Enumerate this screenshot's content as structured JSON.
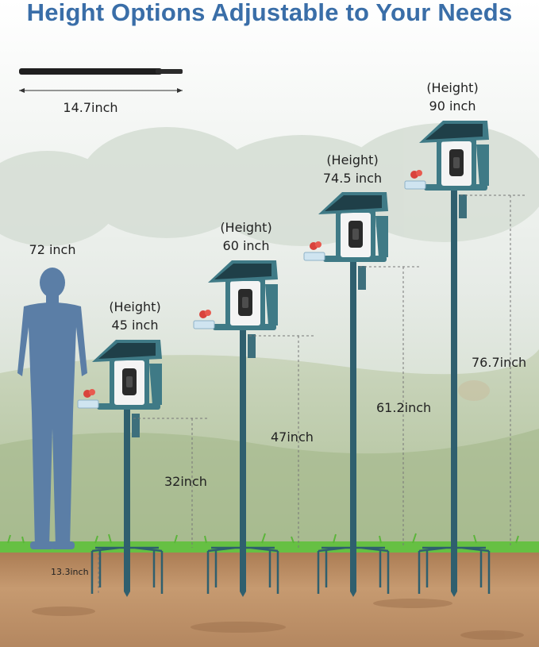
{
  "title": "Height Options Adjustable to Your Needs",
  "pole_section": {
    "length_label": "14.7inch"
  },
  "person": {
    "height_label": "72 inch"
  },
  "ground": {
    "stake_depth_label": "13.3inch"
  },
  "feeders": [
    {
      "height_caption": "(Height)",
      "height_value": "45 inch",
      "pole_label": "32inch"
    },
    {
      "height_caption": "(Height)",
      "height_value": "60 inch",
      "pole_label": "47inch"
    },
    {
      "height_caption": "(Height)",
      "height_value": "74.5 inch",
      "pole_label": "61.2inch"
    },
    {
      "height_caption": "(Height)",
      "height_value": "90 inch",
      "pole_label": "76.7inch"
    }
  ],
  "colors": {
    "title": "#3a6ea8",
    "feeder_teal": "#3f7a86",
    "pole": "#2f5f6e",
    "person": "#5b7ea6",
    "soil": "#b98c62",
    "grass": "#6cc44a"
  }
}
